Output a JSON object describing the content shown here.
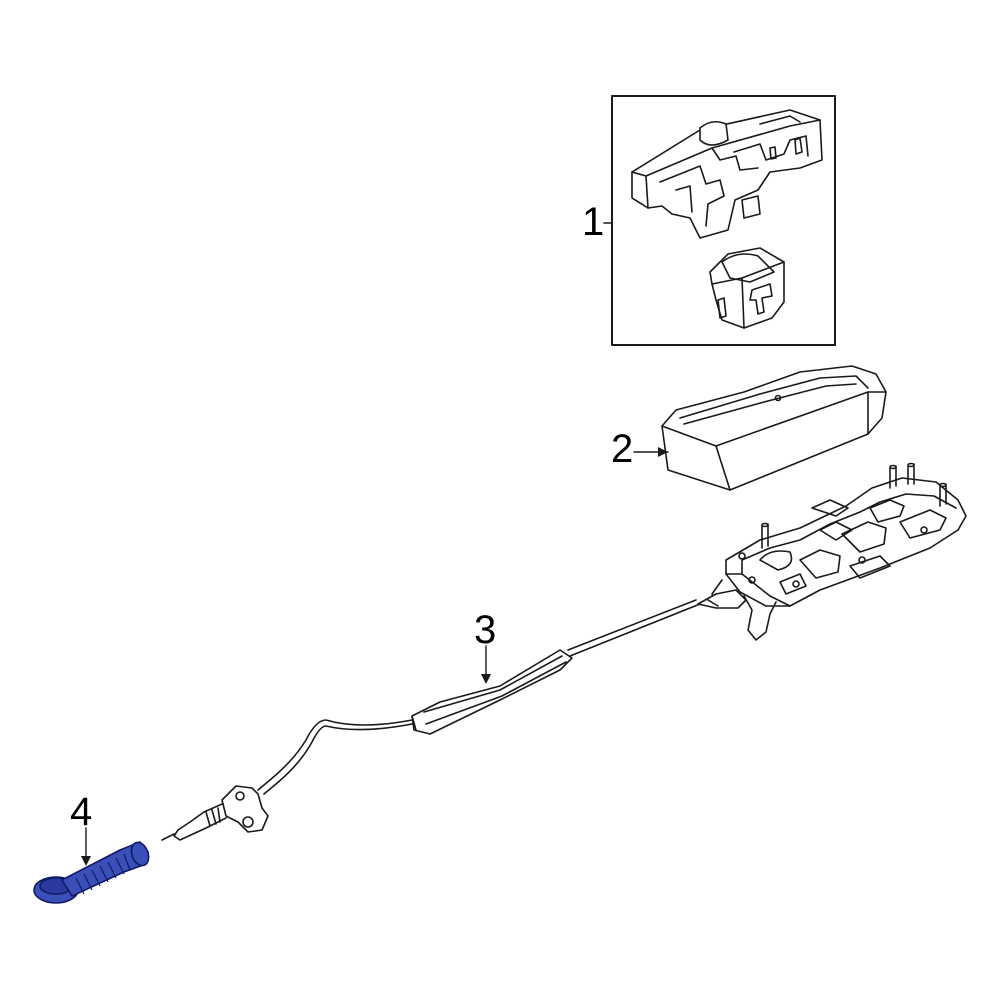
{
  "callouts": {
    "part1": "1",
    "part2": "2",
    "part3": "3",
    "part4": "4"
  },
  "colors": {
    "line": "#1a1a1a",
    "highlight_fill": "#3b4fb8",
    "highlight_stroke": "#0f1a66",
    "background": "#ffffff"
  }
}
